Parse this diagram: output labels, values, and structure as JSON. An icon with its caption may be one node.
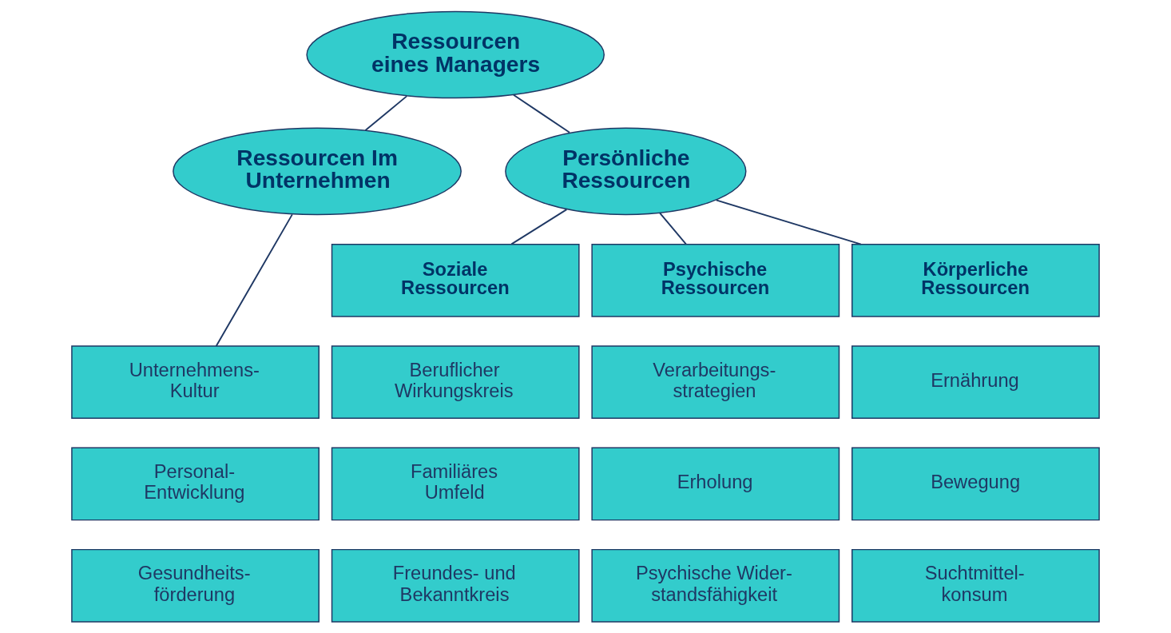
{
  "diagram": {
    "nodes": [
      {
        "text": [
          "Ressourcen eines Managers"
        ]
      },
      {
        "text": [
          "Ressourcen Im Unternehmen"
        ]
      },
      {
        "text": [
          "Persönliche Ressourcen"
        ]
      },
      {
        "text": [
          "Soziale Ressourcen"
        ]
      },
      {
        "text": [
          "Psychische Ressourcen"
        ]
      },
      {
        "text": [
          "Körperliche Ressourcen"
        ]
      },
      {
        "text": [
          "Unternehmens- Kultur"
        ]
      },
      {
        "text": [
          "Personal- Entwicklung"
        ]
      },
      {
        "text": [
          "Gesundheits- förderung"
        ]
      },
      {
        "text": [
          "Beruflicher Wirkungskreis"
        ]
      },
      {
        "text": [
          "Familiäres Umfeld"
        ]
      },
      {
        "text": [
          "Freundes- und Bekanntkreis"
        ]
      },
      {
        "text": [
          "Verarbeitungs- strategien"
        ]
      },
      {
        "text": [
          "Erholung"
        ]
      },
      {
        "text": [
          "Psychische Wider- standsfähigkeit"
        ]
      },
      {
        "text": [
          "Ernährung"
        ]
      },
      {
        "text": [
          "Bewegung"
        ]
      },
      {
        "text": [
          "Suchtmittel- konsum"
        ]
      }
    ],
    "edges": [
      {
        "from": 0,
        "to": 1,
        "arrow": "none"
      },
      {
        "from": 0,
        "to": 2,
        "arrow": "none"
      },
      {
        "from": 1,
        "to": 6,
        "arrow": "none"
      },
      {
        "from": 2,
        "to": 3,
        "arrow": "none"
      },
      {
        "from": 2,
        "to": 4,
        "arrow": "none"
      },
      {
        "from": 2,
        "to": 5,
        "arrow": "none"
      }
    ]
  }
}
